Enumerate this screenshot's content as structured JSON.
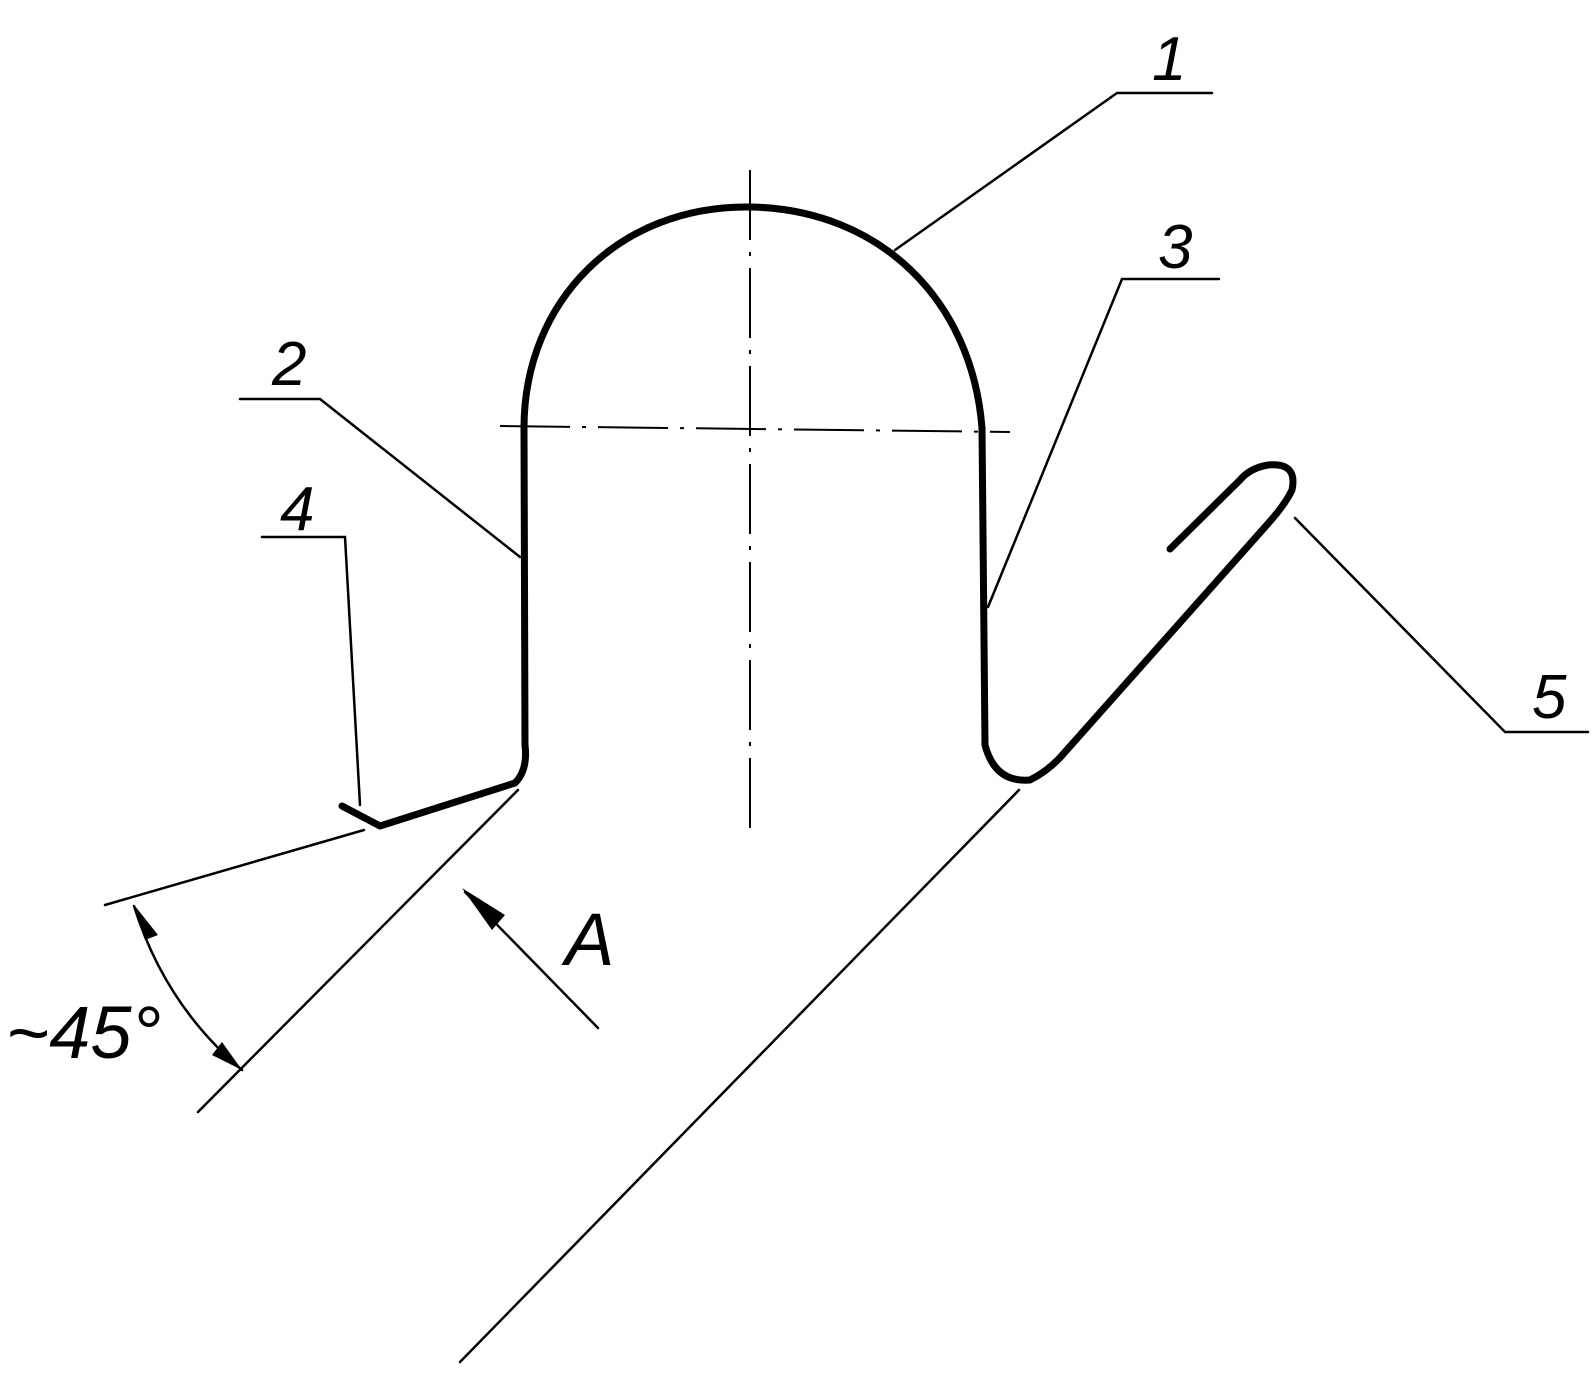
{
  "labels": {
    "part_1": "1",
    "part_2": "2",
    "part_3": "3",
    "part_4": "4",
    "part_5": "5",
    "view_arrow": "A",
    "angle": "~45°"
  }
}
